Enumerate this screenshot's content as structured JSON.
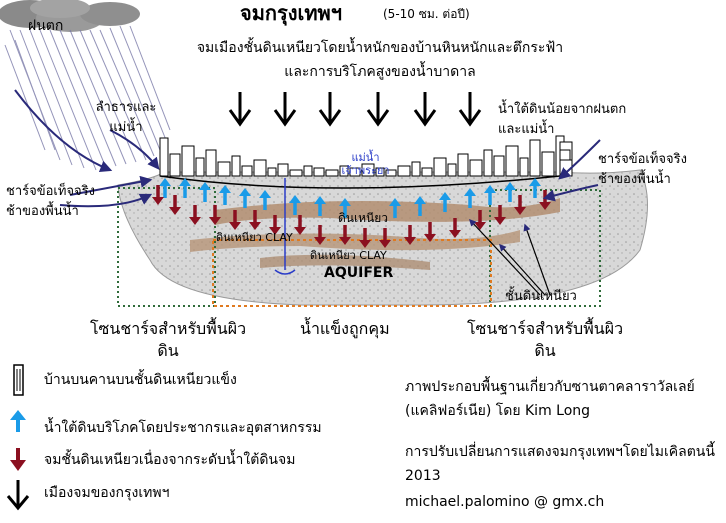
{
  "title": "จมกรุงเทพฯ",
  "title_unit": "(5-10 ซม. ต่อปี)",
  "subtitle": "จมเมืองชั้นดินเหนียวโดยน้ำหนักของบ้านหินหนักและตึกระฟ้าและการบริโภคสูงของน้ำบาดาล",
  "labels": {
    "rain": "ฝนตก",
    "tributaries": "ลำธารและแม่น้ำ",
    "groundwater_low": "น้ำใต้ดินน้อยจากฝนตกและแม่น้ำ",
    "recharge_left": "ชาร์จข้อเท็จจริงช้าของพื้นน้ำ",
    "recharge_right": "ชาร์จข้อเท็จจริงช้าของพื้นน้ำ",
    "river": "แม่น้ำเจ้าพระยา",
    "clay_center": "ดินเหนียว",
    "clay_left": "ดินเหนียว CLAY",
    "clay_lower": "ดินเหนียว CLAY",
    "aquifer": "AQUIFER",
    "clay_layers": "ชั้นดินเหนียว"
  },
  "zones": {
    "left": "โซนชาร์จสำหรับพื้นผิวดิน",
    "center": "น้ำแข็งถูกคุม",
    "right": "โซนชาร์จสำหรับพื้นผิวดิน"
  },
  "legend": [
    {
      "icon": "building-icon",
      "text": "บ้านบนคานบนชั้นดินเหนียวแข็ง"
    },
    {
      "icon": "up-arrow-icon",
      "text": "น้ำใต้ดินบริโภคโดยประชากรและอุตสาหกรรม"
    },
    {
      "icon": "down-arrow-icon",
      "text": "จมชั้นดินเหนียวเนื่องจากระดับน้ำใต้ดินจม"
    },
    {
      "icon": "black-down-arrow-icon",
      "text": "เมืองจมของกรุงเทพฯ"
    }
  ],
  "credits": {
    "line1": "ภาพประกอบพื้นฐานเกี่ยวกับซานตาคลาราวัลเลย์ (แคลิฟอร์เนีย) โดย Kim Long",
    "line2": "การปรับเปลี่ยนการแสดงจมกรุงเทพฯโดยไมเคิลตนนี้ 2013",
    "email": "michael.palomino @ gmx.ch"
  },
  "colors": {
    "up_arrow": "#1a9be8",
    "down_arrow": "#8b1020",
    "basin": "#dcdcdc",
    "clay_band": "#b08a6a",
    "zone_border": "#2f6b3a",
    "aquifer_border": "#e07a20",
    "annotation_arrow": "#2a2a7a"
  }
}
